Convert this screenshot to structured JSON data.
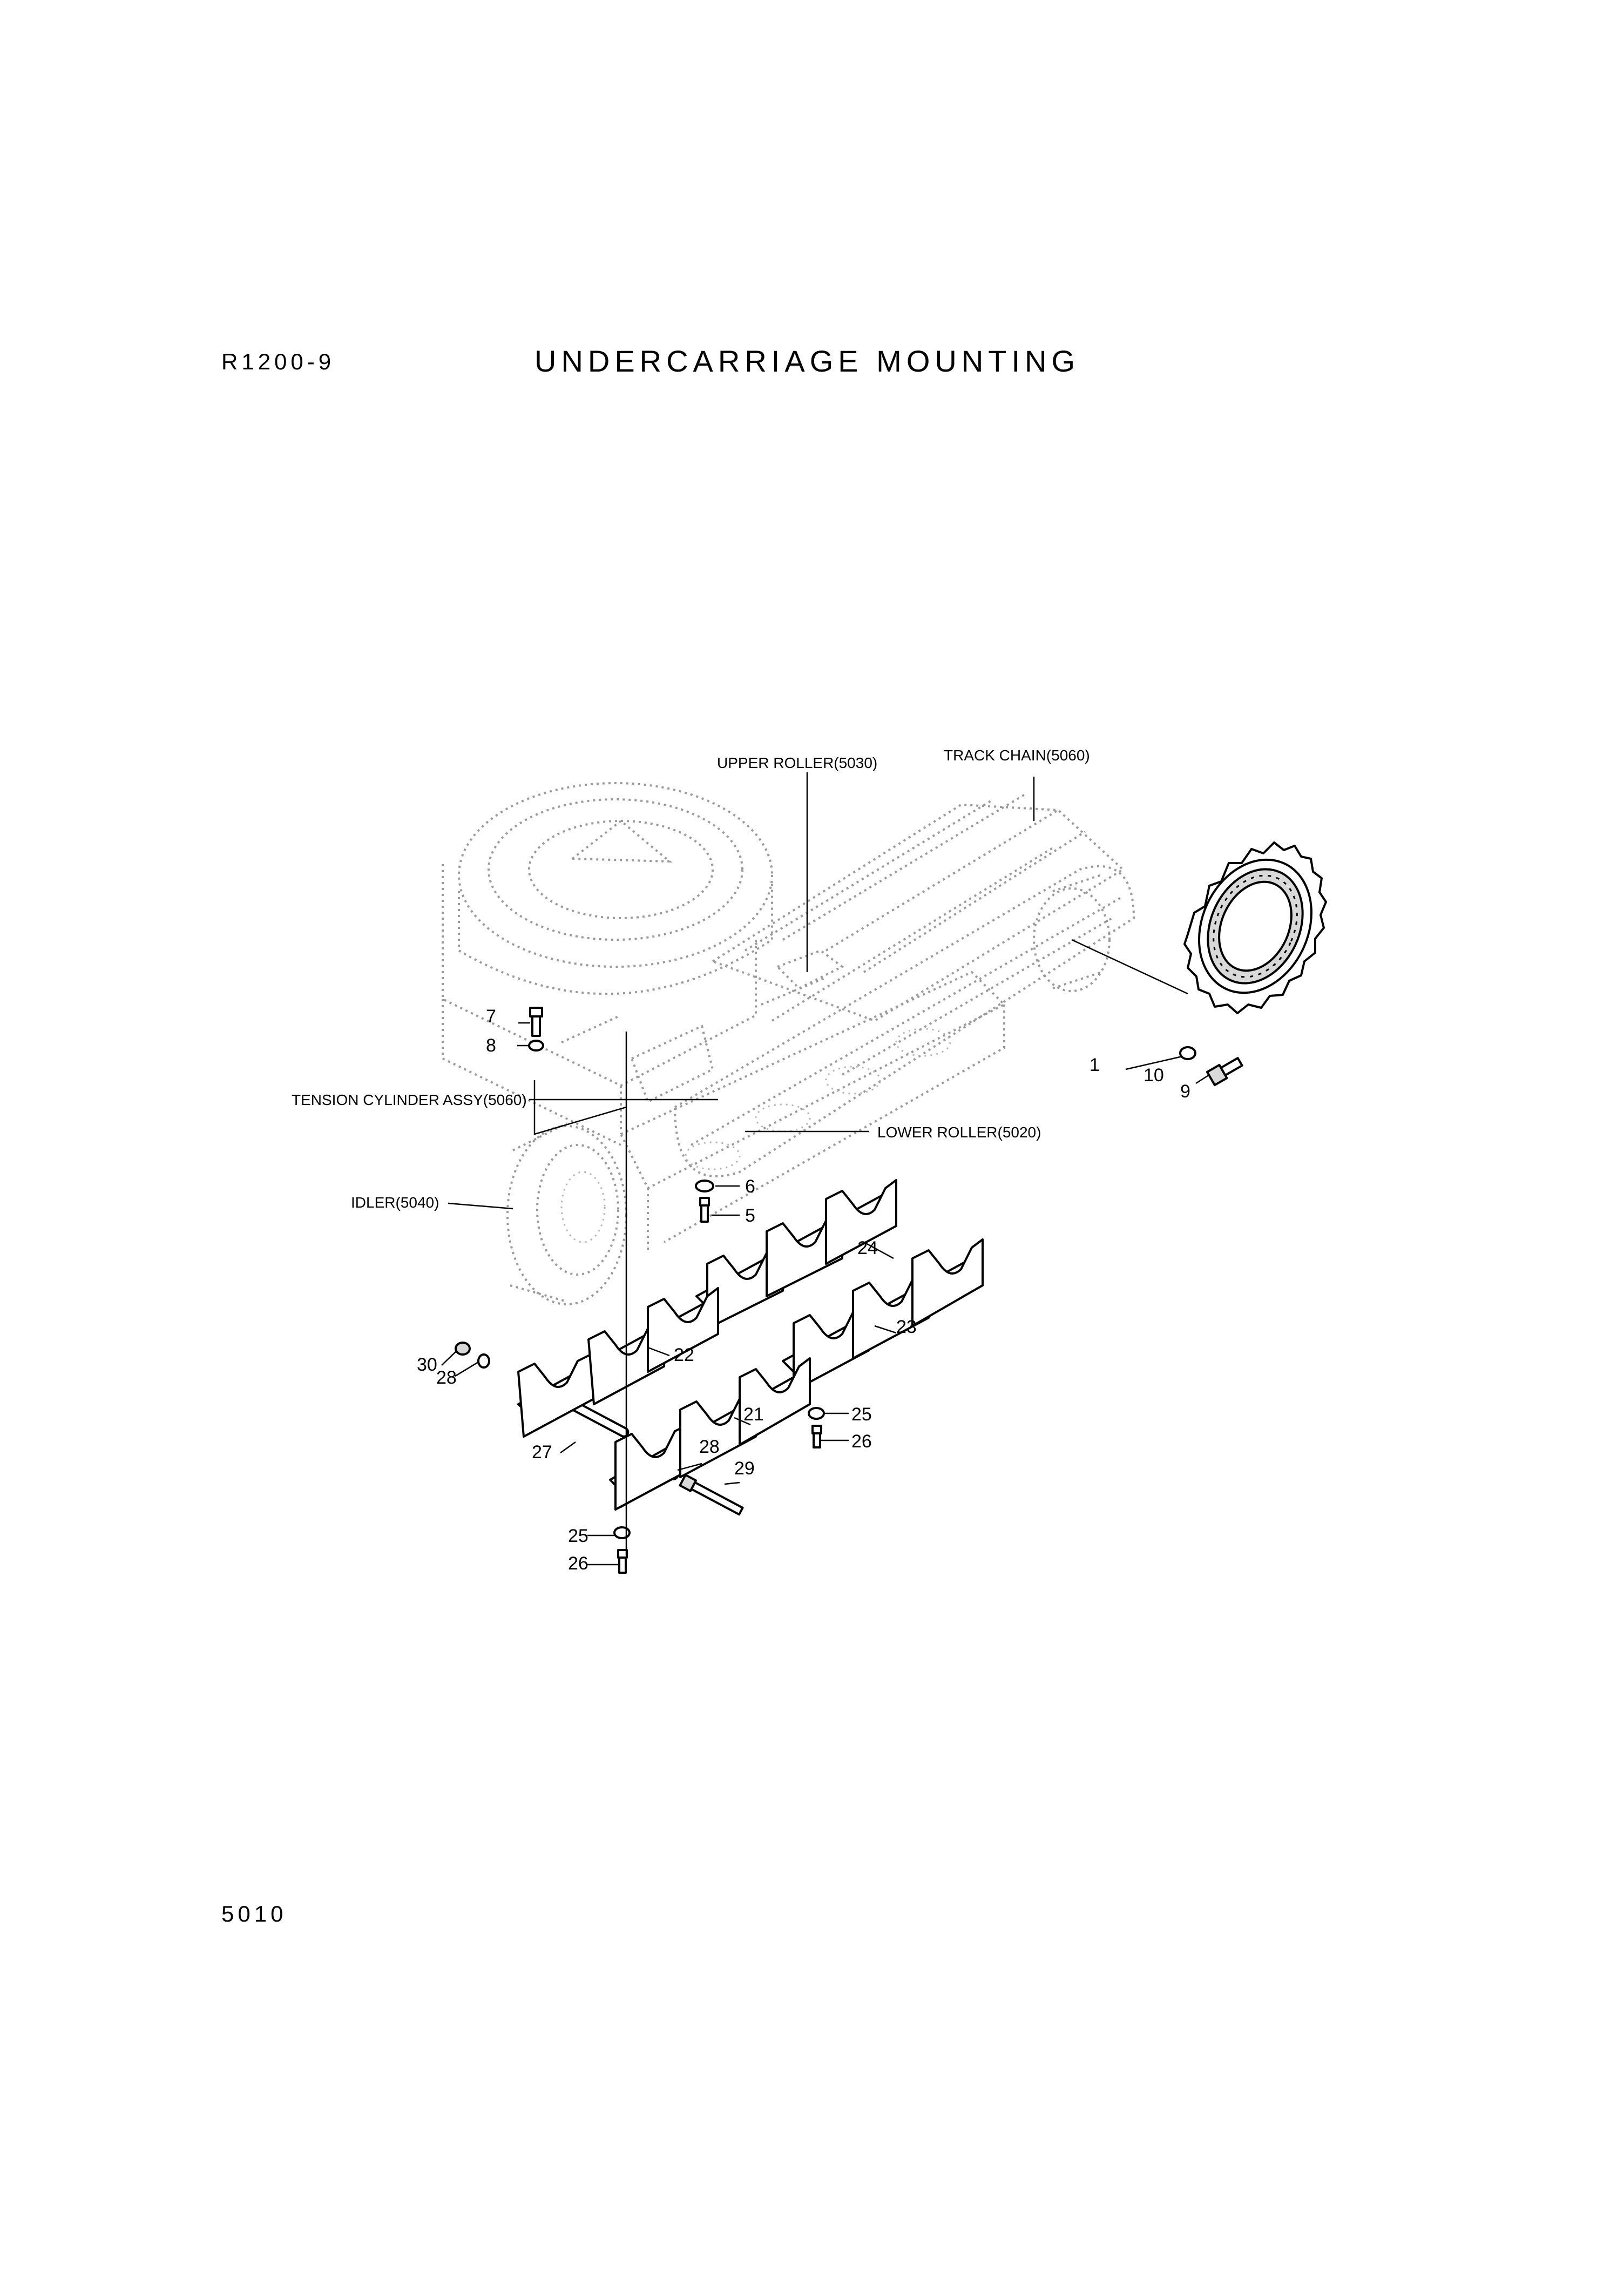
{
  "header": {
    "model": "R1200-9",
    "title": "UNDERCARRIAGE MOUNTING"
  },
  "footer": {
    "page_number": "5010"
  },
  "callouts": {
    "upper_roller": "UPPER ROLLER(5030)",
    "track_chain": "TRACK CHAIN(5060)",
    "tension_cylinder": "TENSION CYLINDER ASSY(5060)",
    "lower_roller": "LOWER ROLLER(5020)",
    "idler": "IDLER(5040)"
  },
  "parts": {
    "p1": "1",
    "p5": "5",
    "p6": "6",
    "p7": "7",
    "p8": "8",
    "p9": "9",
    "p10": "10",
    "p21": "21",
    "p22": "22",
    "p23": "23",
    "p24": "24",
    "p25a": "25",
    "p26a": "26",
    "p25b": "25",
    "p26b": "26",
    "p27": "27",
    "p28a": "28",
    "p28b": "28",
    "p29": "29",
    "p30": "30"
  }
}
